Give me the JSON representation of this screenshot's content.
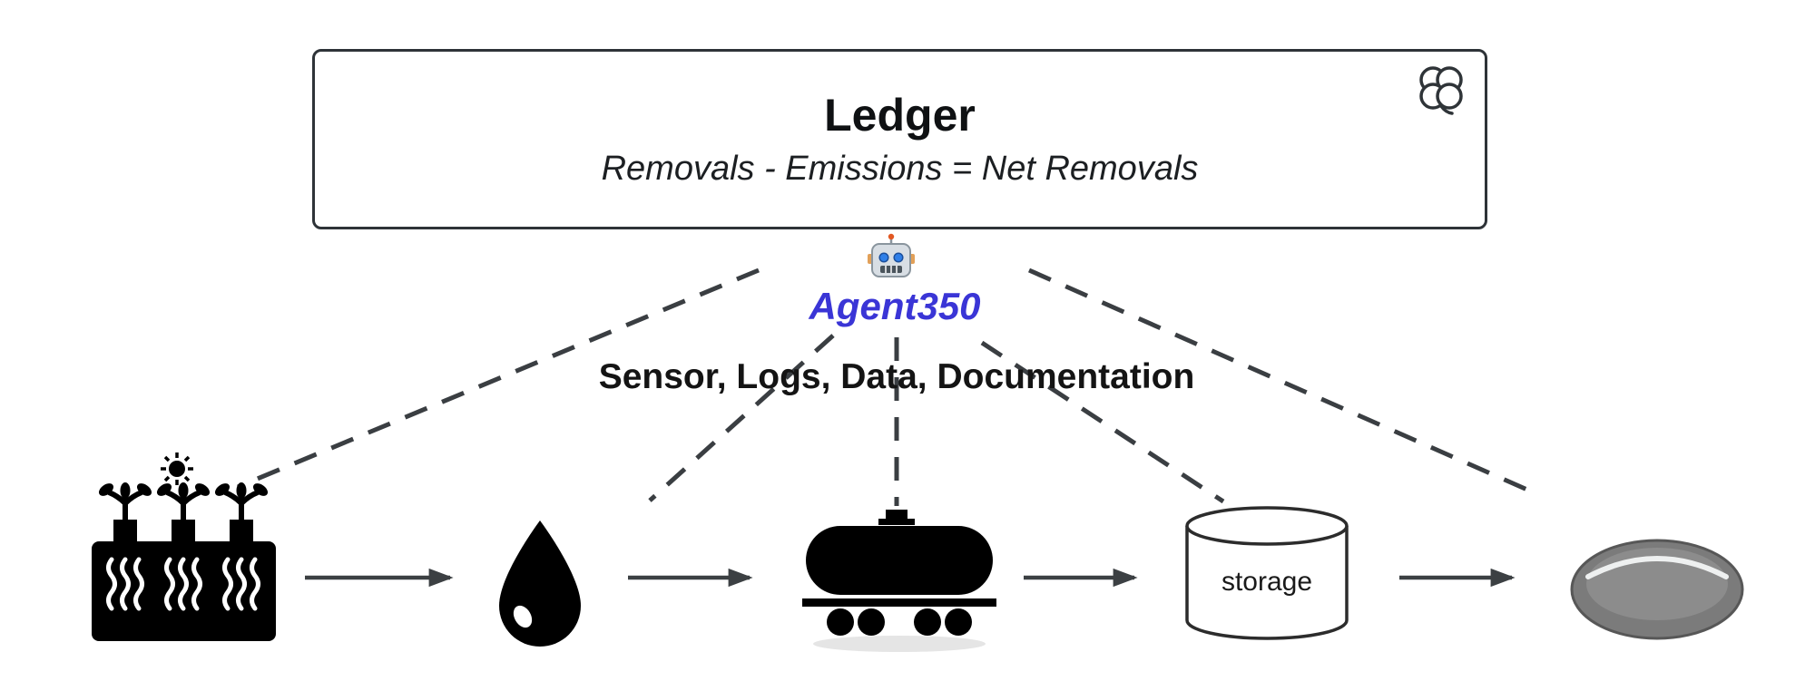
{
  "ledger": {
    "title": "Ledger",
    "formula": "Removals - Emissions = Net Removals",
    "badge_icon": "four-leaf-clover-icon"
  },
  "agent": {
    "icon": "robot-icon",
    "label": "Agent350",
    "color": "#3a35d6"
  },
  "caption": "Sensor, Logs, Data, Documentation",
  "flow": {
    "nodes": [
      {
        "icon": "seedlings-heat-icon",
        "label": ""
      },
      {
        "icon": "oil-droplet-icon",
        "label": ""
      },
      {
        "icon": "tanker-car-icon",
        "label": ""
      },
      {
        "icon": "storage-cylinder-icon",
        "label": "storage"
      },
      {
        "icon": "gray-disc-icon",
        "label": ""
      }
    ],
    "arrow_color": "#3c4043"
  },
  "colors": {
    "connector_line": "#3c4043",
    "icon_black": "#000000",
    "disc_gray": "#7b7b7b",
    "box_border": "#2e3338",
    "agent_blue": "#3a35d6"
  }
}
